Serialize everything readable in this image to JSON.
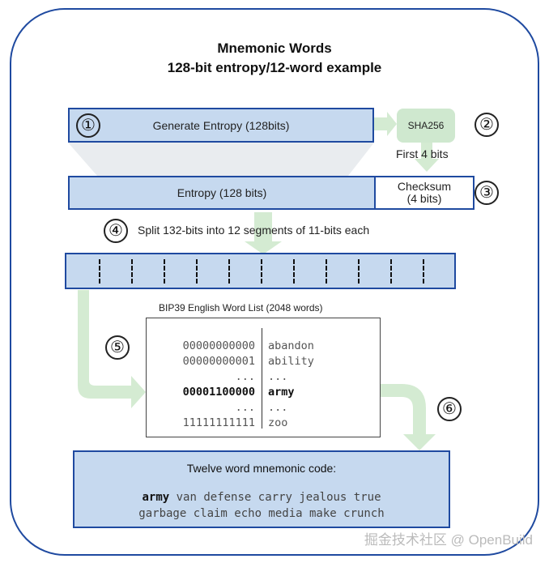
{
  "title": {
    "line1": "Mnemonic Words",
    "line2": "128-bit entropy/12-word example"
  },
  "steps": [
    "①",
    "②",
    "③",
    "④",
    "⑤",
    "⑥"
  ],
  "generate_entropy": {
    "label": "Generate Entropy (128bits)"
  },
  "sha": {
    "label": "SHA256",
    "arrow_label": "First 4 bits"
  },
  "entropy": {
    "label": "Entropy (128 bits)"
  },
  "checksum": {
    "line1": "Checksum",
    "line2": "(4 bits)"
  },
  "split": {
    "label": "Split 132-bits into 12 segments of 11-bits each"
  },
  "word_list": {
    "title": "BIP39 English Word List (2048 words)",
    "rows": [
      {
        "bin": "00000000000",
        "word": "abandon",
        "bold": false
      },
      {
        "bin": "00000000001",
        "word": "ability",
        "bold": false
      },
      {
        "bin": "...",
        "word": "...",
        "bold": false
      },
      {
        "bin": "00001100000",
        "word": "army",
        "bold": true
      },
      {
        "bin": "...",
        "word": "...",
        "bold": false
      },
      {
        "bin": "11111111111",
        "word": "zoo",
        "bold": false
      }
    ]
  },
  "mnemonic": {
    "title": "Twelve word mnemonic code:",
    "first_word": "army",
    "line1_rest": " van defense carry jealous true",
    "line2": "garbage claim echo media make crunch"
  },
  "watermark": "掘金技术社区 @ OpenBuild",
  "colors": {
    "box_fill": "#c6d9ef",
    "box_border": "#1f4aa0",
    "arrow_green": "#d4ebd2",
    "frame": "#1f4aa0"
  }
}
